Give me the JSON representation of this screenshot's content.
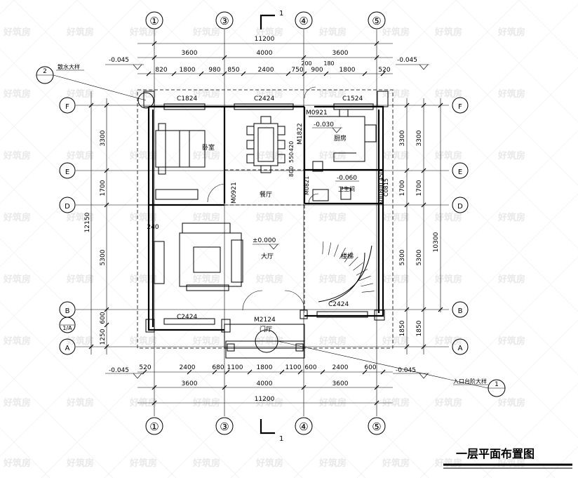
{
  "watermark": "好筑房",
  "title": "一层平面布置图",
  "axes_numbers": [
    "①",
    "③",
    "④",
    "⑤"
  ],
  "axes_letters": [
    "F",
    "E",
    "D",
    "B",
    "A"
  ],
  "axis_a_sub": "1/A",
  "section_mark": "1",
  "dims_top_total": "11200",
  "dims_top_main": [
    "3600",
    "4000",
    "3600"
  ],
  "dims_top_detail": [
    "820",
    "1800",
    "980",
    "850",
    "2400",
    "750",
    "900",
    "1800",
    "520"
  ],
  "dims_top_small": [
    "200",
    "180"
  ],
  "dims_bot_detail": [
    "520",
    "2400",
    "680",
    "1100",
    "1800",
    "1100",
    "600",
    "2400",
    "600"
  ],
  "dims_bot_main": [
    "3600",
    "4000",
    "3600"
  ],
  "dims_bot_total": "11200",
  "dims_left_main": [
    "3300",
    "1700",
    "5300",
    "600",
    "1250"
  ],
  "dims_left_total": "12150",
  "dims_left_small": "240",
  "dims_right_inner": [
    "450",
    "800",
    "500",
    "3300",
    "1700",
    "5300",
    "1850"
  ],
  "dims_right_outer": [
    "3300",
    "1700",
    "5300",
    "1850"
  ],
  "dims_right_total": "10300",
  "dims_mid": [
    "800",
    "550",
    "420"
  ],
  "levels": [
    "-0.045",
    "-0.045",
    "-0.045",
    "-0.045",
    "-0.030",
    "-0.060",
    "±0.000"
  ],
  "rooms": {
    "bedroom": "卧室",
    "dining": "餐厅",
    "kitchen": "厨房",
    "bathroom": "卫生间",
    "hall": "大厅",
    "stairs": "楼梯",
    "foyer": "门厅"
  },
  "openings": {
    "w_bedroom": "C1824",
    "w_dining": "C2424",
    "w_kitchen": "C1524",
    "w_hall": "C2424",
    "w_stairs": "C2424",
    "d_kitchen": "M0921",
    "d_bed": "M0921",
    "d_bath": "M0821",
    "d_main": "M2124",
    "w_kitchen_side": "M1822",
    "w_bath": "C0815"
  },
  "callouts": {
    "left_num": "2",
    "left_text": "散水大样",
    "right_num": "1",
    "right_text": "入口台阶大样"
  }
}
